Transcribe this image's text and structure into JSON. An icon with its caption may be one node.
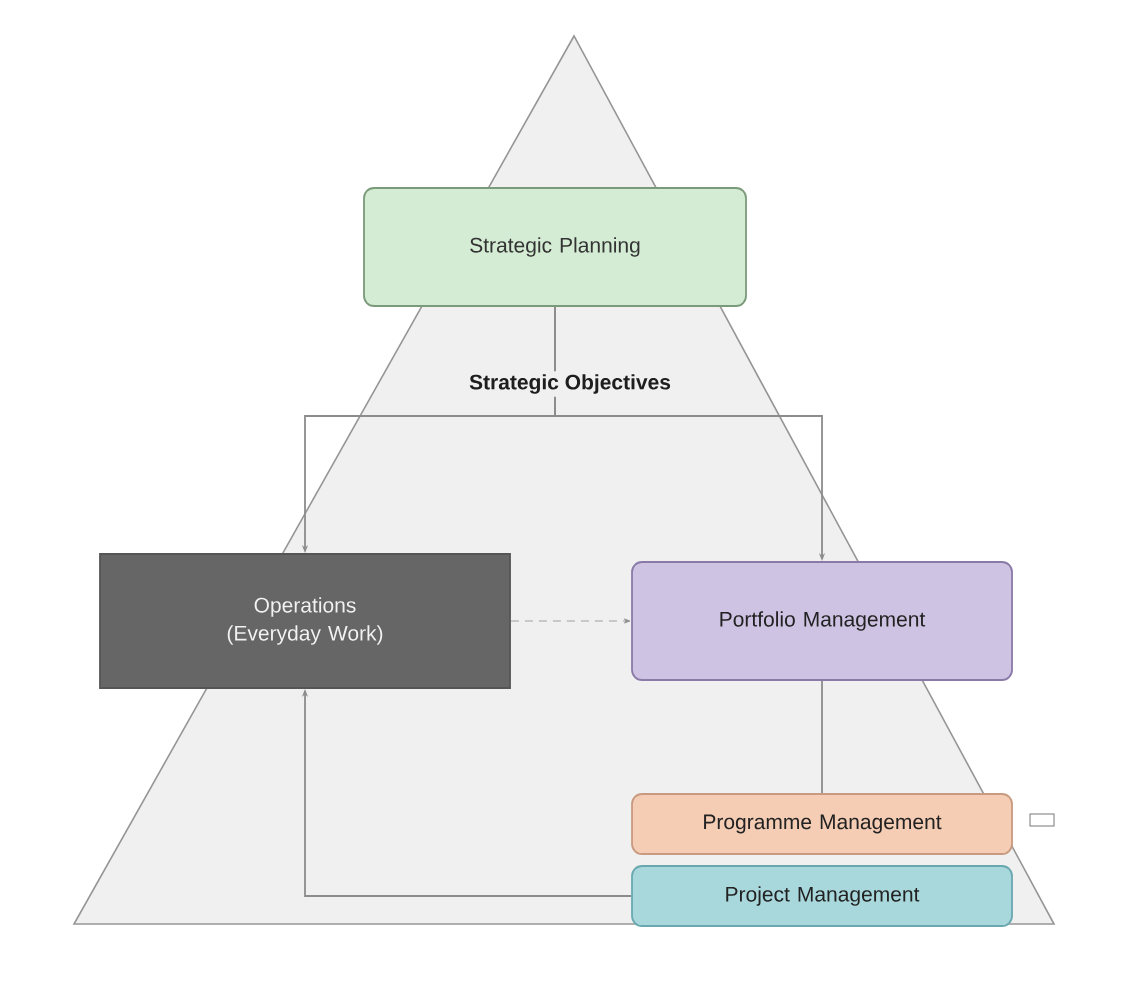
{
  "diagram": {
    "nodes": [
      {
        "text": [
          "Strategic Planning"
        ]
      },
      {
        "text": [
          "Operations (Everyday Work)"
        ]
      },
      {
        "text": [
          "Portfolio Management"
        ]
      },
      {
        "text": [
          "Programme Management"
        ]
      },
      {
        "text": [
          "Project Management"
        ]
      }
    ],
    "edges": [
      {
        "from": 0,
        "to": 1,
        "arrow": "to"
      },
      {
        "from": 0,
        "to": 2,
        "arrow": "to"
      },
      {
        "from": 1,
        "to": 2,
        "arrow": "to",
        "style": "dashed"
      },
      {
        "from": 2,
        "to": 3,
        "arrow": "none"
      },
      {
        "from": 4,
        "to": 1,
        "arrow": "to"
      }
    ],
    "labels": [
      "Strategic Objectives"
    ]
  }
}
